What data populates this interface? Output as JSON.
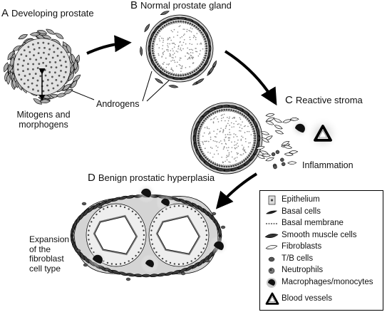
{
  "panels": {
    "a": {
      "letter": "A",
      "title": "Developing prostate"
    },
    "b": {
      "letter": "B",
      "title": "Normal prostate gland"
    },
    "c": {
      "letter": "C",
      "title": "Reactive stroma"
    },
    "d": {
      "letter": "D",
      "title": "Benign prostatic hyperplasia"
    }
  },
  "labels": {
    "mitogens": [
      "Mitogens and",
      "morphogens"
    ],
    "androgens": "Androgens",
    "inflammation": "Inflammation",
    "expansion": [
      "Expansion",
      "of the",
      "fibroblast",
      "cell type"
    ]
  },
  "legend": {
    "items": [
      {
        "label": "Epithelium",
        "icon": "epithelium-icon"
      },
      {
        "label": "Basal cells",
        "icon": "basal-cell-icon"
      },
      {
        "label": "Basal membrane",
        "icon": "basal-membrane-icon"
      },
      {
        "label": "Smooth muscle cells",
        "icon": "smooth-muscle-cell-icon"
      },
      {
        "label": "Fibroblasts",
        "icon": "fibroblast-icon"
      },
      {
        "label": "T/B cells",
        "icon": "t-b-cell-icon"
      },
      {
        "label": "Neutrophils",
        "icon": "neutrophil-icon"
      },
      {
        "label": "Macrophages/monocytes",
        "icon": "macrophage-icon"
      },
      {
        "label": "Blood vessels",
        "icon": "blood-vessel-icon"
      }
    ]
  },
  "colors": {
    "stroma": "#9a9a9a",
    "muscle": "#3a3a3a",
    "epithelium": "#dcdcdc",
    "lumen": "#ffffff",
    "halo": "#c8c8c8",
    "line": "#000000"
  }
}
